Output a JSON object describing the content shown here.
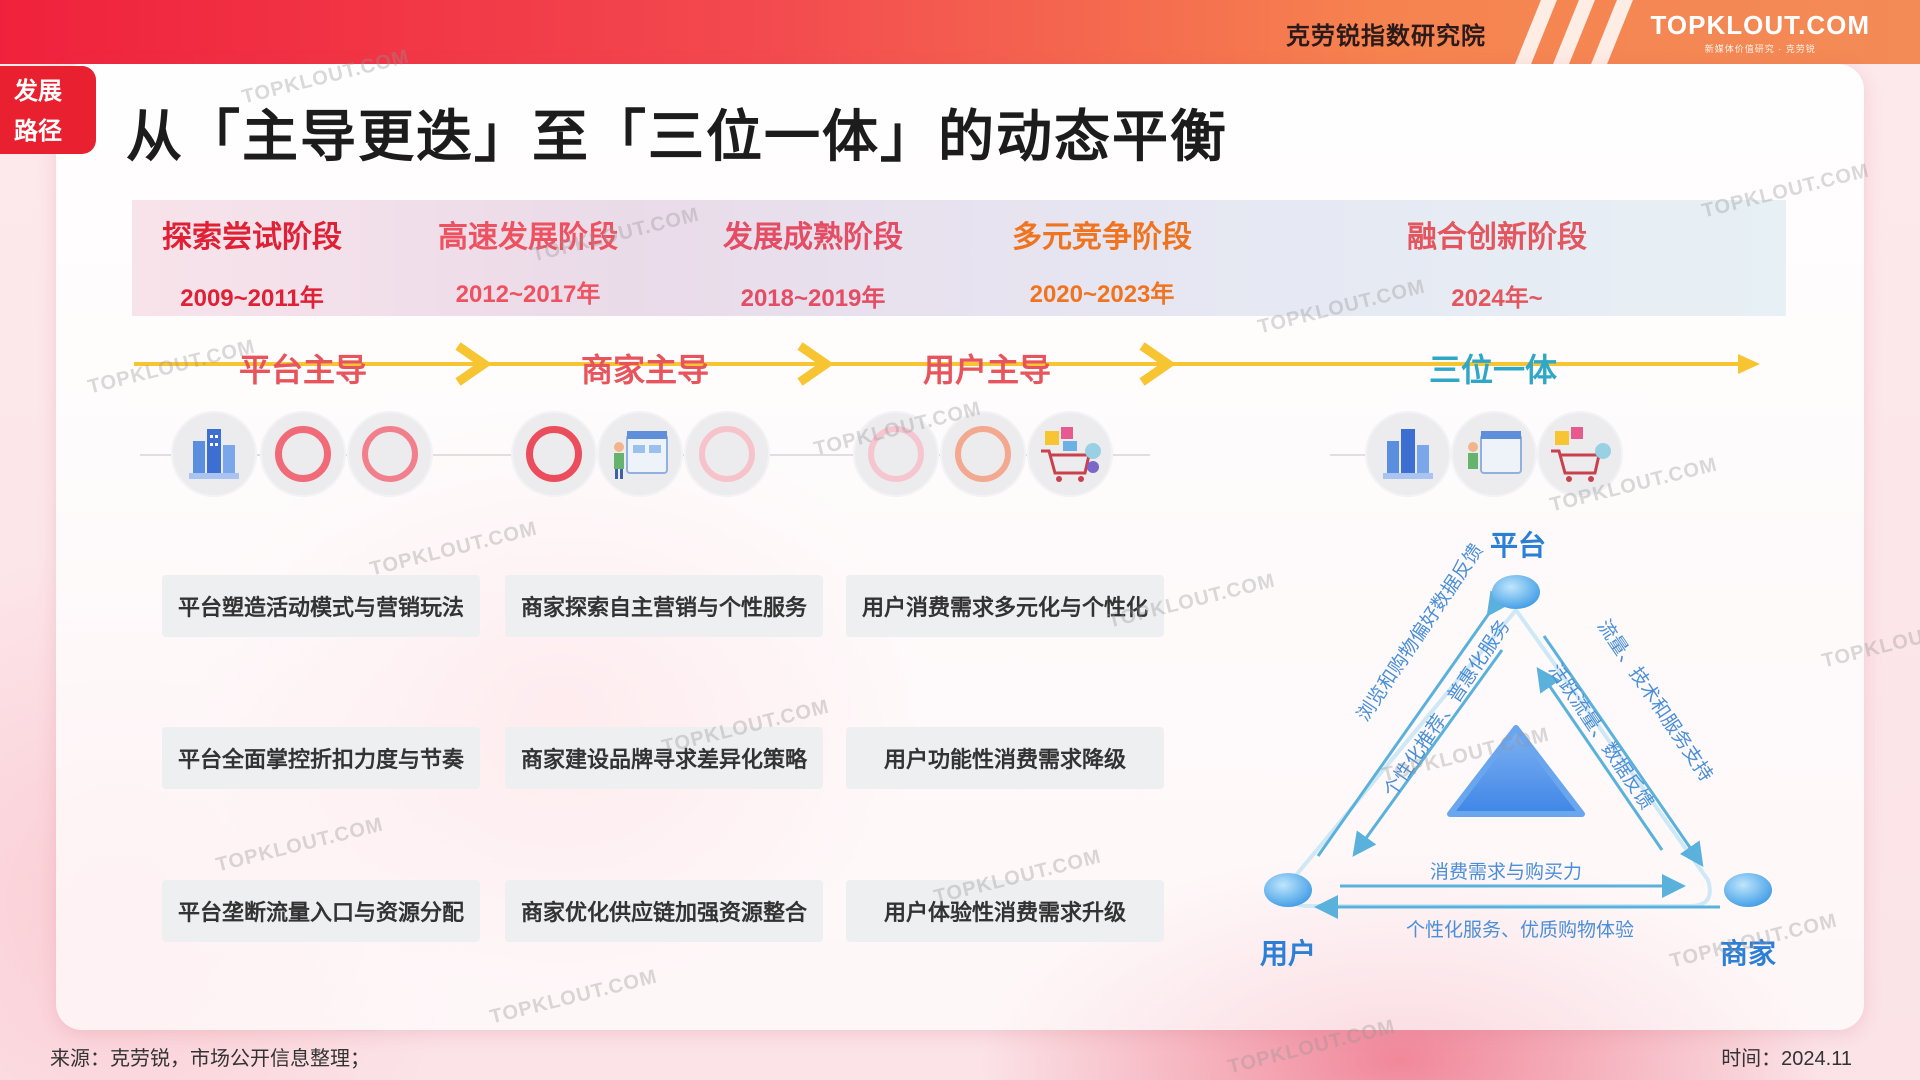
{
  "header": {
    "institute": "克劳锐指数研究院",
    "brand_name": "TOPKLOUT.COM",
    "brand_tagline": "新媒体价值研究 · 克劳锐"
  },
  "badge": {
    "line1": "发展",
    "line2": "路径"
  },
  "title": "从「主导更迭」至「三位一体」的动态平衡",
  "phases": [
    {
      "name": "探索尝试阶段",
      "years": "2009~2011年",
      "color": "#e02035"
    },
    {
      "name": "高速发展阶段",
      "years": "2012~2017年",
      "color": "#ee5260"
    },
    {
      "name": "发展成熟阶段",
      "years": "2018~2019年",
      "color": "#e44d63"
    },
    {
      "name": "多元竞争阶段",
      "years": "2020~2023年",
      "color": "#f07420"
    },
    {
      "name": "融合创新阶段",
      "years": "2024年~",
      "color": "#e4565e"
    }
  ],
  "stages": [
    {
      "label": "平台主导",
      "color": "#e8545c"
    },
    {
      "label": "商家主导",
      "color": "#e8545c"
    },
    {
      "label": "用户主导",
      "color": "#e8545c"
    },
    {
      "label": "三位一体",
      "color": "#2fa8c7"
    }
  ],
  "icons": {
    "platform": "city-buildings-icon",
    "merchant": "storefront-icon",
    "user": "shopping-cart-icon"
  },
  "descriptions": {
    "platform": [
      "平台塑造活动模式与营销玩法",
      "平台全面掌控折扣力度与节奏",
      "平台垄断流量入口与资源分配"
    ],
    "merchant": [
      "商家探索自主营销与个性服务",
      "商家建设品牌寻求差异化策略",
      "商家优化供应链加强资源整合"
    ],
    "user": [
      "用户消费需求多元化与个性化",
      "用户功能性消费需求降级",
      "用户体验性消费需求升级"
    ]
  },
  "triangle": {
    "top": "平台",
    "left": "用户",
    "right": "商家",
    "edge_left_outer": "浏览和购物偏好数据反馈",
    "edge_left_inner": "个性化推荐、普惠化服务",
    "edge_right_outer": "流量、技术和服务支持",
    "edge_right_inner": "活跃流量、数据反馈",
    "edge_bottom_inner": "消费需求与购买力",
    "edge_bottom_outer": "个性化服务、优质购物体验"
  },
  "footer": {
    "source": "来源：克劳锐，市场公开信息整理；",
    "date": "时间：2024.11"
  },
  "watermark": "TOPKLOUT.COM",
  "colors": {
    "brand_red": "#e8202f",
    "arrow_yellow": "#f7c531",
    "accent_blue": "#2b7fd6"
  }
}
